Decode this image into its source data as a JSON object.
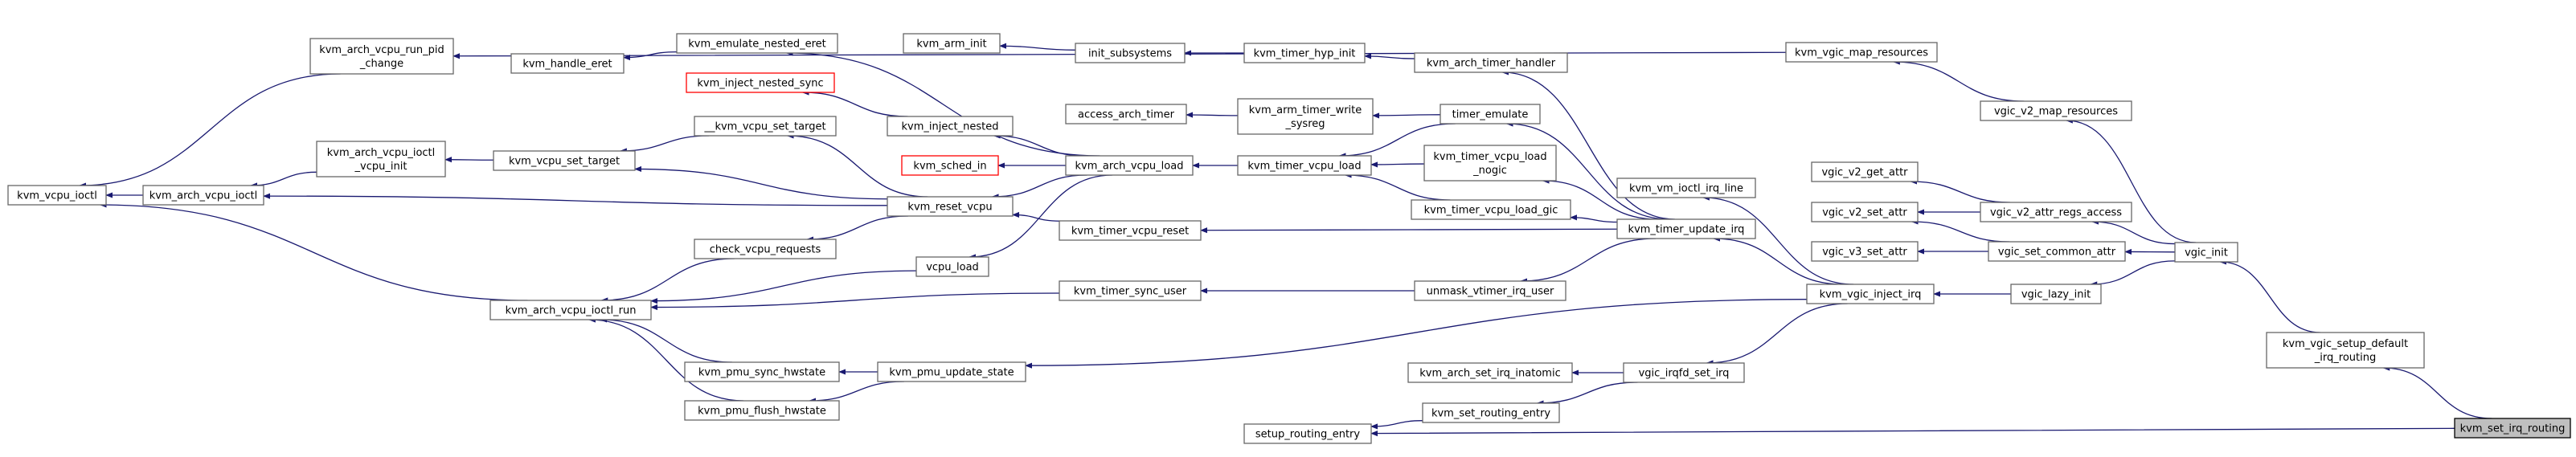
{
  "title": "",
  "colors": {
    "edge": "#191970",
    "node_border": "#666666",
    "node_border_missing": "#ff0000",
    "highlight_fill": "#bfbfbf"
  },
  "nodes": [
    {
      "id": "vcpu_ioctl",
      "lines": [
        "kvm_vcpu_ioctl"
      ]
    },
    {
      "id": "arch_vcpu_run_pid",
      "lines": [
        "kvm_arch_vcpu_run_pid",
        "_change"
      ]
    },
    {
      "id": "arch_vcpu_ioctl",
      "lines": [
        "kvm_arch_vcpu_ioctl"
      ]
    },
    {
      "id": "arch_vcpu_ioctl_vcpu_init",
      "lines": [
        "kvm_arch_vcpu_ioctl",
        "_vcpu_init"
      ]
    },
    {
      "id": "arch_vcpu_ioctl_run",
      "lines": [
        "kvm_arch_vcpu_ioctl_run"
      ]
    },
    {
      "id": "handle_eret",
      "lines": [
        "kvm_handle_eret"
      ]
    },
    {
      "id": "vcpu_set_target",
      "lines": [
        "kvm_vcpu_set_target"
      ]
    },
    {
      "id": "__vcpu_set_target",
      "lines": [
        "__kvm_vcpu_set_target"
      ]
    },
    {
      "id": "check_vcpu_requests",
      "lines": [
        "check_vcpu_requests"
      ]
    },
    {
      "id": "pmu_sync_hwstate",
      "lines": [
        "kvm_pmu_sync_hwstate"
      ]
    },
    {
      "id": "pmu_flush_hwstate",
      "lines": [
        "kvm_pmu_flush_hwstate"
      ]
    },
    {
      "id": "emulate_nested_eret",
      "lines": [
        "kvm_emulate_nested_eret"
      ]
    },
    {
      "id": "inject_nested_sync",
      "lines": [
        "kvm_inject_nested_sync"
      ],
      "missing": true
    },
    {
      "id": "inject_nested",
      "lines": [
        "kvm_inject_nested"
      ]
    },
    {
      "id": "sched_in",
      "lines": [
        "kvm_sched_in"
      ],
      "missing": true
    },
    {
      "id": "reset_vcpu",
      "lines": [
        "kvm_reset_vcpu"
      ]
    },
    {
      "id": "vcpu_load",
      "lines": [
        "vcpu_load"
      ]
    },
    {
      "id": "pmu_update_state",
      "lines": [
        "kvm_pmu_update_state"
      ]
    },
    {
      "id": "arm_init",
      "lines": [
        "kvm_arm_init"
      ]
    },
    {
      "id": "access_arch_timer",
      "lines": [
        "access_arch_timer"
      ]
    },
    {
      "id": "arch_vcpu_load",
      "lines": [
        "kvm_arch_vcpu_load"
      ]
    },
    {
      "id": "timer_vcpu_reset",
      "lines": [
        "kvm_timer_vcpu_reset"
      ]
    },
    {
      "id": "timer_sync_user",
      "lines": [
        "kvm_timer_sync_user"
      ]
    },
    {
      "id": "init_subsystems",
      "lines": [
        "init_subsystems"
      ]
    },
    {
      "id": "arm_timer_write_sysreg",
      "lines": [
        "kvm_arm_timer_write",
        "_sysreg"
      ]
    },
    {
      "id": "timer_vcpu_load",
      "lines": [
        "kvm_timer_vcpu_load"
      ]
    },
    {
      "id": "timer_hyp_init",
      "lines": [
        "kvm_timer_hyp_init"
      ]
    },
    {
      "id": "arch_timer_handler",
      "lines": [
        "kvm_arch_timer_handler"
      ]
    },
    {
      "id": "timer_emulate",
      "lines": [
        "timer_emulate"
      ]
    },
    {
      "id": "timer_vcpu_load_nogic",
      "lines": [
        "kvm_timer_vcpu_load",
        "_nogic"
      ]
    },
    {
      "id": "timer_vcpu_load_gic",
      "lines": [
        "kvm_timer_vcpu_load_gic"
      ]
    },
    {
      "id": "unmask_vtimer_irq_user",
      "lines": [
        "unmask_vtimer_irq_user"
      ]
    },
    {
      "id": "arch_set_irq_inatomic",
      "lines": [
        "kvm_arch_set_irq_inatomic"
      ]
    },
    {
      "id": "set_routing_entry",
      "lines": [
        "kvm_set_routing_entry"
      ]
    },
    {
      "id": "setup_routing_entry",
      "lines": [
        "setup_routing_entry"
      ]
    },
    {
      "id": "vm_ioctl_irq_line",
      "lines": [
        "kvm_vm_ioctl_irq_line"
      ]
    },
    {
      "id": "timer_update_irq",
      "lines": [
        "kvm_timer_update_irq"
      ]
    },
    {
      "id": "vgic_inject_irq",
      "lines": [
        "kvm_vgic_inject_irq"
      ]
    },
    {
      "id": "vgic_irqfd_set_irq",
      "lines": [
        "vgic_irqfd_set_irq"
      ]
    },
    {
      "id": "vgic_map_resources",
      "lines": [
        "kvm_vgic_map_resources"
      ]
    },
    {
      "id": "vgic_v2_map_resources",
      "lines": [
        "vgic_v2_map_resources"
      ]
    },
    {
      "id": "vgic_v2_get_attr",
      "lines": [
        "vgic_v2_get_attr"
      ]
    },
    {
      "id": "vgic_v2_set_attr",
      "lines": [
        "vgic_v2_set_attr"
      ]
    },
    {
      "id": "vgic_v3_set_attr",
      "lines": [
        "vgic_v3_set_attr"
      ]
    },
    {
      "id": "vgic_v2_attr_regs_access",
      "lines": [
        "vgic_v2_attr_regs_access"
      ]
    },
    {
      "id": "vgic_set_common_attr",
      "lines": [
        "vgic_set_common_attr"
      ]
    },
    {
      "id": "vgic_lazy_init",
      "lines": [
        "vgic_lazy_init"
      ]
    },
    {
      "id": "vgic_init",
      "lines": [
        "vgic_init"
      ]
    },
    {
      "id": "vgic_setup_default_irq_routing",
      "lines": [
        "kvm_vgic_setup_default",
        "_irq_routing"
      ]
    },
    {
      "id": "set_irq_routing",
      "lines": [
        "kvm_set_irq_routing"
      ],
      "highlight": true
    }
  ],
  "edges": [
    [
      "arch_vcpu_run_pid",
      "vcpu_ioctl"
    ],
    [
      "arch_vcpu_ioctl",
      "vcpu_ioctl"
    ],
    [
      "arch_vcpu_ioctl_run",
      "vcpu_ioctl"
    ],
    [
      "arch_vcpu_ioctl_vcpu_init",
      "arch_vcpu_ioctl"
    ],
    [
      "reset_vcpu",
      "arch_vcpu_ioctl"
    ],
    [
      "vcpu_set_target",
      "arch_vcpu_ioctl_vcpu_init"
    ],
    [
      "check_vcpu_requests",
      "arch_vcpu_ioctl_run"
    ],
    [
      "vcpu_load",
      "arch_vcpu_ioctl_run"
    ],
    [
      "timer_sync_user",
      "arch_vcpu_ioctl_run"
    ],
    [
      "pmu_sync_hwstate",
      "arch_vcpu_ioctl_run"
    ],
    [
      "pmu_flush_hwstate",
      "arch_vcpu_ioctl_run"
    ],
    [
      "emulate_nested_eret",
      "handle_eret"
    ],
    [
      "__vcpu_set_target",
      "vcpu_set_target"
    ],
    [
      "reset_vcpu",
      "vcpu_set_target"
    ],
    [
      "reset_vcpu",
      "__vcpu_set_target"
    ],
    [
      "reset_vcpu",
      "check_vcpu_requests"
    ],
    [
      "pmu_update_state",
      "pmu_sync_hwstate"
    ],
    [
      "pmu_update_state",
      "pmu_flush_hwstate"
    ],
    [
      "arch_vcpu_load",
      "emulate_nested_eret"
    ],
    [
      "inject_nested",
      "inject_nested_sync"
    ],
    [
      "arch_vcpu_load",
      "inject_nested"
    ],
    [
      "arch_vcpu_load",
      "sched_in"
    ],
    [
      "arch_vcpu_load",
      "reset_vcpu"
    ],
    [
      "arch_vcpu_load",
      "vcpu_load"
    ],
    [
      "timer_vcpu_reset",
      "reset_vcpu"
    ],
    [
      "init_subsystems",
      "arm_init"
    ],
    [
      "arm_timer_write_sysreg",
      "access_arch_timer"
    ],
    [
      "timer_vcpu_load",
      "arch_vcpu_load"
    ],
    [
      "timer_update_irq",
      "timer_vcpu_reset"
    ],
    [
      "unmask_vtimer_irq_user",
      "timer_sync_user"
    ],
    [
      "timer_hyp_init",
      "init_subsystems"
    ],
    [
      "timer_emulate",
      "arm_timer_write_sysreg"
    ],
    [
      "timer_emulate",
      "timer_vcpu_load"
    ],
    [
      "timer_vcpu_load_nogic",
      "timer_vcpu_load"
    ],
    [
      "timer_vcpu_load_gic",
      "timer_vcpu_load"
    ],
    [
      "arch_timer_handler",
      "timer_hyp_init"
    ],
    [
      "timer_update_irq",
      "arch_timer_handler"
    ],
    [
      "timer_update_irq",
      "timer_emulate"
    ],
    [
      "timer_update_irq",
      "timer_vcpu_load_nogic"
    ],
    [
      "timer_update_irq",
      "timer_vcpu_load_gic"
    ],
    [
      "timer_update_irq",
      "unmask_vtimer_irq_user"
    ],
    [
      "vgic_irqfd_set_irq",
      "arch_set_irq_inatomic"
    ],
    [
      "vgic_irqfd_set_irq",
      "set_routing_entry"
    ],
    [
      "set_routing_entry",
      "setup_routing_entry"
    ],
    [
      "vgic_inject_irq",
      "vm_ioctl_irq_line"
    ],
    [
      "vgic_inject_irq",
      "timer_update_irq"
    ],
    [
      "vgic_inject_irq",
      "pmu_update_state"
    ],
    [
      "vgic_inject_irq",
      "vgic_irqfd_set_irq"
    ],
    [
      "vgic_lazy_init",
      "vgic_inject_irq"
    ],
    [
      "vgic_map_resources",
      "arch_vcpu_run_pid"
    ],
    [
      "vgic_v2_map_resources",
      "vgic_map_resources"
    ],
    [
      "vgic_init",
      "vgic_v2_map_resources"
    ],
    [
      "vgic_v2_attr_regs_access",
      "vgic_v2_get_attr"
    ],
    [
      "vgic_v2_attr_regs_access",
      "vgic_v2_set_attr"
    ],
    [
      "vgic_set_common_attr",
      "vgic_v2_set_attr"
    ],
    [
      "vgic_set_common_attr",
      "vgic_v3_set_attr"
    ],
    [
      "vgic_init",
      "vgic_v2_attr_regs_access"
    ],
    [
      "vgic_init",
      "vgic_set_common_attr"
    ],
    [
      "vgic_init",
      "vgic_lazy_init"
    ],
    [
      "vgic_setup_default_irq_routing",
      "vgic_init"
    ],
    [
      "set_irq_routing",
      "vgic_setup_default_irq_routing"
    ],
    [
      "set_irq_routing",
      "setup_routing_entry"
    ]
  ]
}
